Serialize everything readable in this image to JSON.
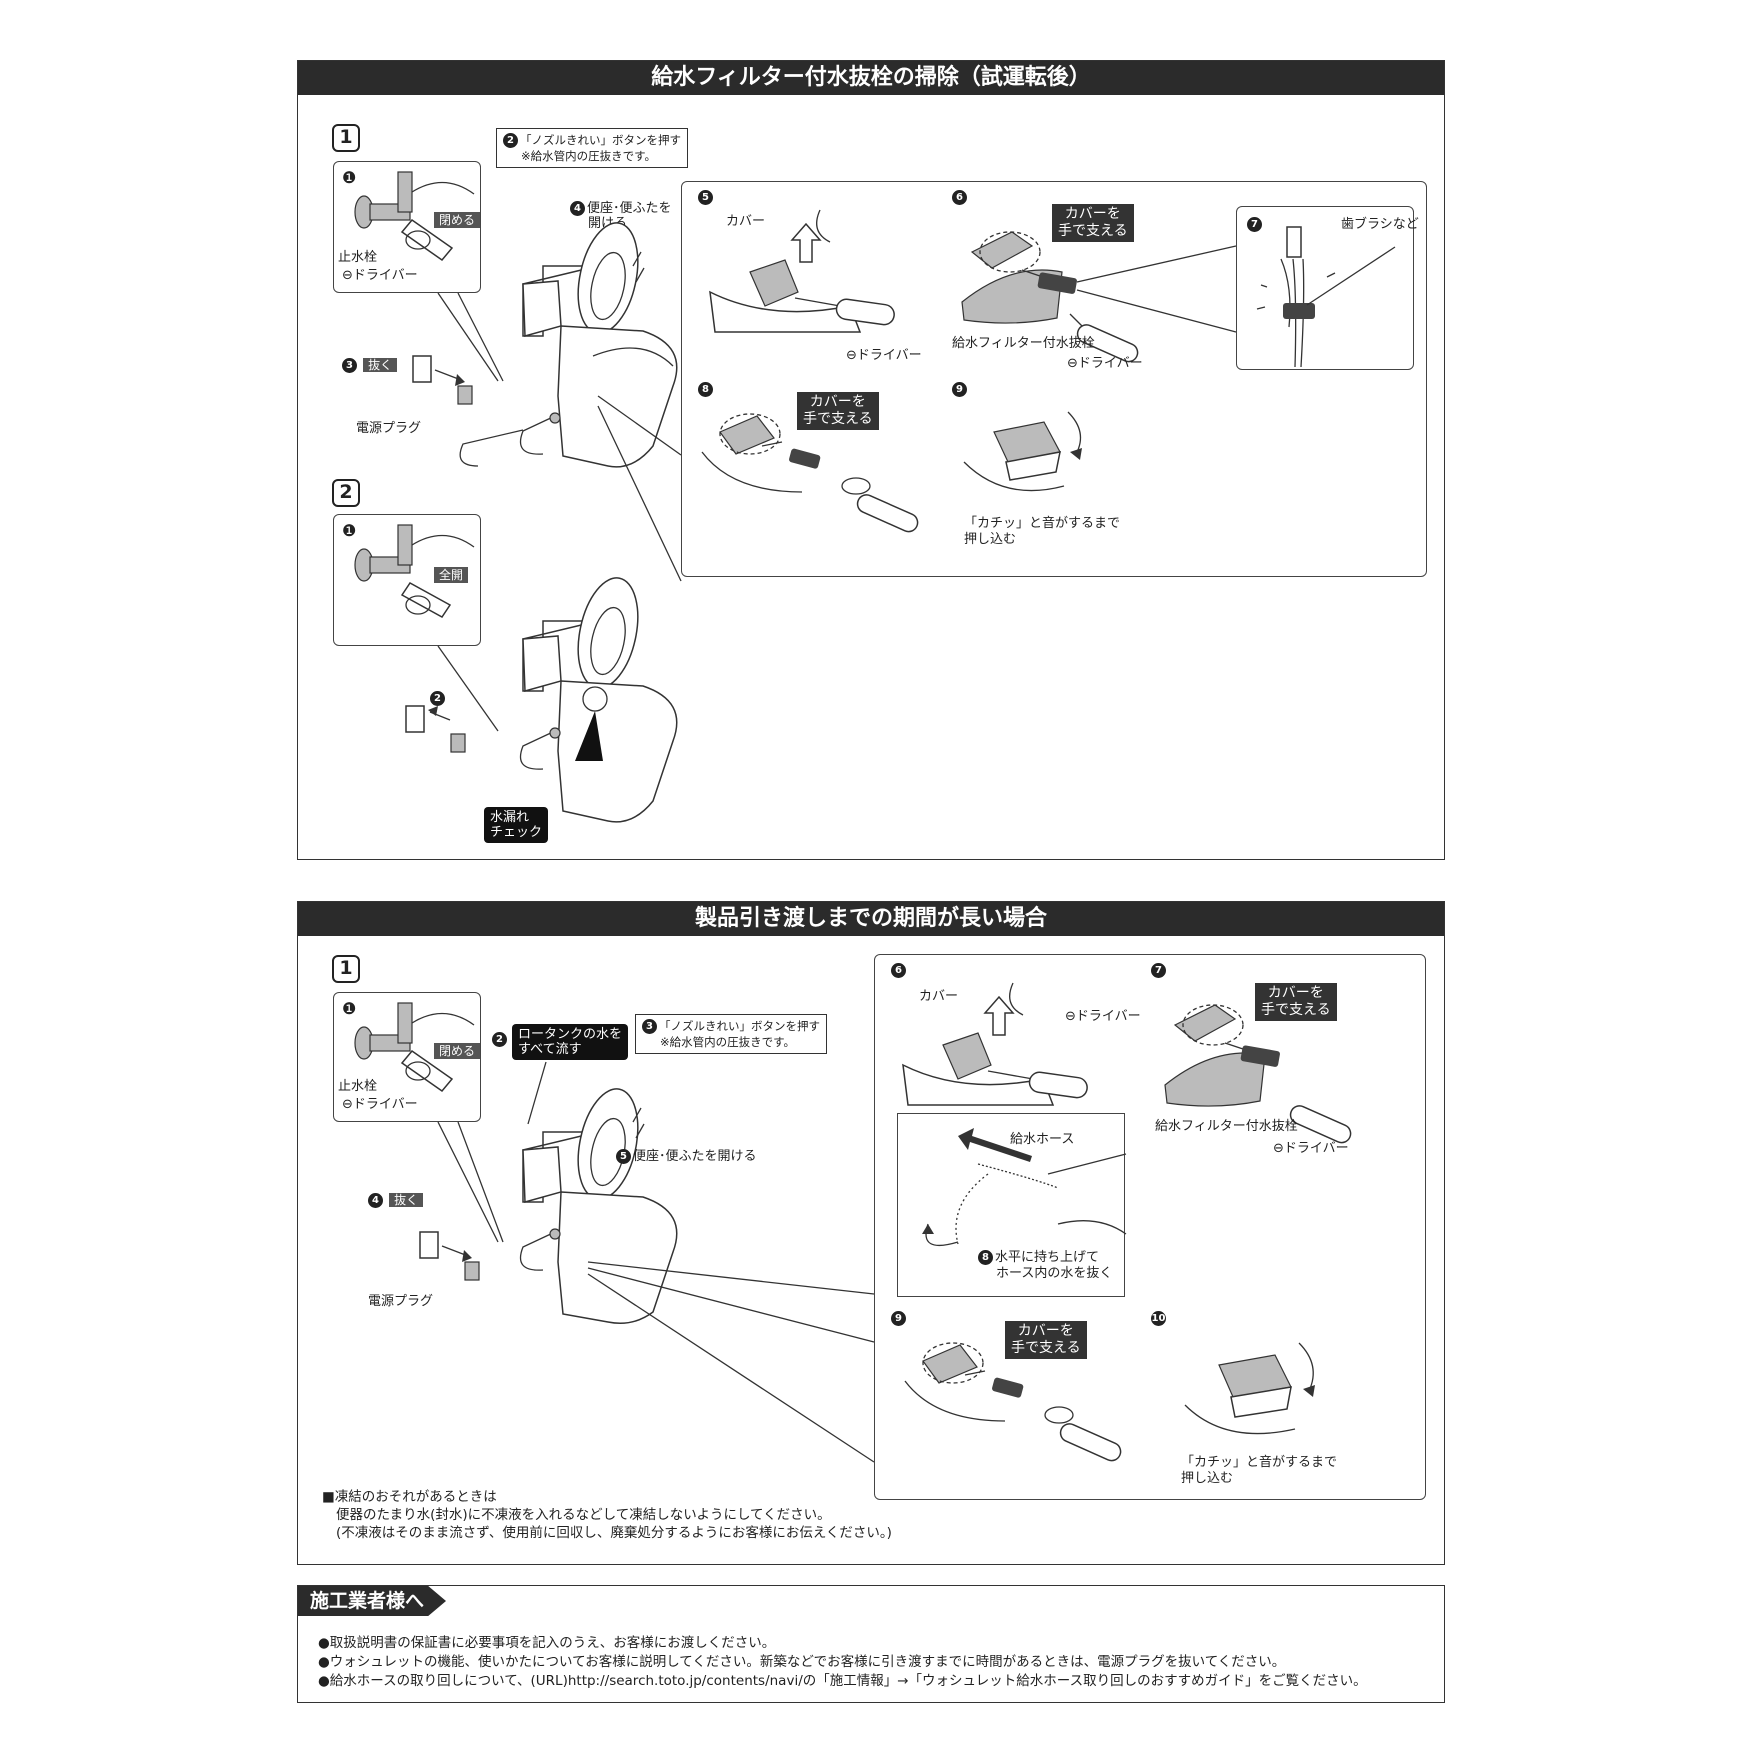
{
  "section1": {
    "title": "給水フィルター付水抜栓の掃除（試運転後）",
    "step1_label": "1",
    "step2_label": "2",
    "s1": {
      "n1": "❶",
      "close_tag": "閉める",
      "stopcock": "止水栓",
      "driver": "⊖ドライバー",
      "n2_note_line1": "「ノズルきれい」ボタンを押す",
      "n2_note_line2": "※給水管内の圧抜きです。",
      "n2": "2",
      "n3": "3",
      "pull_tag": "抜く",
      "plug": "電源プラグ",
      "n4": "4",
      "open_seat_line1": "便座･便ふたを",
      "open_seat_line2": "開ける"
    },
    "detail": {
      "n5": "5",
      "cover": "カバー",
      "driver5": "⊖ドライバー",
      "n6": "6",
      "hold_line1": "カバーを",
      "hold_line2": "手で支える",
      "filter": "給水フィルター付水抜栓",
      "driver6": "⊖ドライバー",
      "n7": "7",
      "toothbrush": "歯ブラシなど",
      "n8": "8",
      "hold8_line1": "カバーを",
      "hold8_line2": "手で支える",
      "n9": "9",
      "click_line1": "「カチッ」と音がするまで",
      "click_line2": "押し込む"
    },
    "s2": {
      "n1": "❶",
      "open_tag": "全開",
      "n2": "2",
      "leak_line1": "水漏れ",
      "leak_line2": "チェック"
    }
  },
  "section2": {
    "title": "製品引き渡しまでの期間が長い場合",
    "step1_label": "1",
    "n1": "❶",
    "close_tag": "閉める",
    "stopcock": "止水栓",
    "driver": "⊖ドライバー",
    "n2": "2",
    "tank_line1": "ロータンクの水を",
    "tank_line2": "すべて流す",
    "n3": "3",
    "n3_note_line1": "「ノズルきれい」ボタンを押す",
    "n3_note_line2": "※給水管内の圧抜きです。",
    "n4": "4",
    "pull_tag": "抜く",
    "plug": "電源プラグ",
    "n5": "5",
    "open_seat": "便座･便ふたを開ける",
    "detail": {
      "n6": "6",
      "cover": "カバー",
      "driver6": "⊖ドライバー",
      "n7": "7",
      "hold_line1": "カバーを",
      "hold_line2": "手で支える",
      "filter": "給水フィルター付水抜栓",
      "driver7": "⊖ドライバー",
      "hose": "給水ホース",
      "n8": "8",
      "hose_note_line1": "水平に持ち上げて",
      "hose_note_line2": "ホース内の水を抜く",
      "n9": "9",
      "hold9_line1": "カバーを",
      "hold9_line2": "手で支える",
      "n10": "10",
      "click_line1": "「カチッ」と音がするまで",
      "click_line2": "押し込む"
    },
    "freeze_line1": "■凍結のおそれがあるときは",
    "freeze_line2": "便器のたまり水(封水)に不凍液を入れるなどして凍結しないようにしてください。",
    "freeze_line3": "(不凍液はそのまま流さず、使用前に回収し、廃棄処分するようにお客様にお伝えください。)"
  },
  "section3": {
    "title": "施工業者様へ",
    "bullets": [
      "●取扱説明書の保証書に必要事項を記入のうえ、お客様にお渡しください。",
      "●ウォシュレットの機能、使いかたについてお客様に説明してください。新築などでお客様に引き渡すまでに時間があるときは、電源プラグを抜いてください。",
      "●給水ホースの取り回しについて、(URL)http://search.toto.jp/contents/navi/の「施工情報」→「ウォシュレット給水ホース取り回しのおすすめガイド」をご覧ください。"
    ]
  }
}
